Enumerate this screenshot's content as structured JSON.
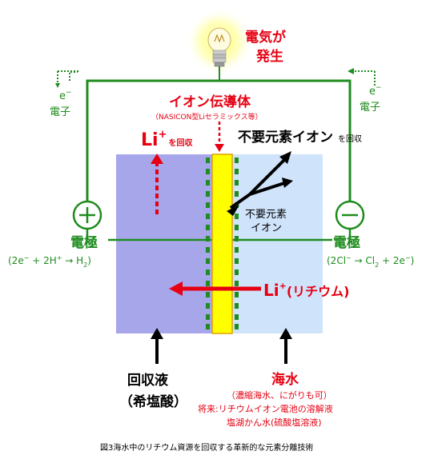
{
  "bulb": {
    "label_line1": "電気が",
    "label_line2": "発生"
  },
  "electron": {
    "left_symbol": "e",
    "left_sup": "−",
    "left_label": "電子",
    "right_symbol": "e",
    "right_sup": "−",
    "right_label": "電子"
  },
  "conductor": {
    "title": "イオン伝導体",
    "subtitle": "（NASICON型Liセラミックス等）"
  },
  "li_recover": {
    "symbol": "Li",
    "sup": "+",
    "suffix": "を回収"
  },
  "unwanted": {
    "title": "不要元素イオン",
    "suffix": "を回収",
    "inner_line1": "不要元素",
    "inner_line2": "イオン"
  },
  "anode": {
    "sign": "+",
    "label": "電極",
    "reaction": {
      "p1": "(2e",
      "s1": "−",
      "p2": " + 2H",
      "s2": "+",
      "p3": " → H",
      "sub": "2",
      "p4": ")"
    }
  },
  "cathode": {
    "sign": "−",
    "label": "電極",
    "reaction": {
      "p1": "(2Cl",
      "s1": "−",
      "p2": " → Cl",
      "sub": "2",
      "p3": " + 2e",
      "s2": "−",
      "p4": ")"
    }
  },
  "li_transfer": {
    "symbol": "Li",
    "sup": "+",
    "name": "(リチウム)"
  },
  "recovery_liquid": {
    "line1": "回収液",
    "line2": "（希塩酸）"
  },
  "seawater": {
    "title": "海水",
    "line1": "（濃縮海水、にがりも可）",
    "line2": "将来:リチウムイオン電池の溶解液",
    "line3": "塩湖かん水(硫酸塩溶液)"
  },
  "caption": "図3海水中のリチウム資源を回収する革新的な元素分離技術",
  "colors": {
    "red": "#e60012",
    "green": "#1e8c1e",
    "purple_fill": "#a8a6ea",
    "blue_fill": "#cfe3fb",
    "membrane": "#ffff00",
    "text": "#000000"
  }
}
